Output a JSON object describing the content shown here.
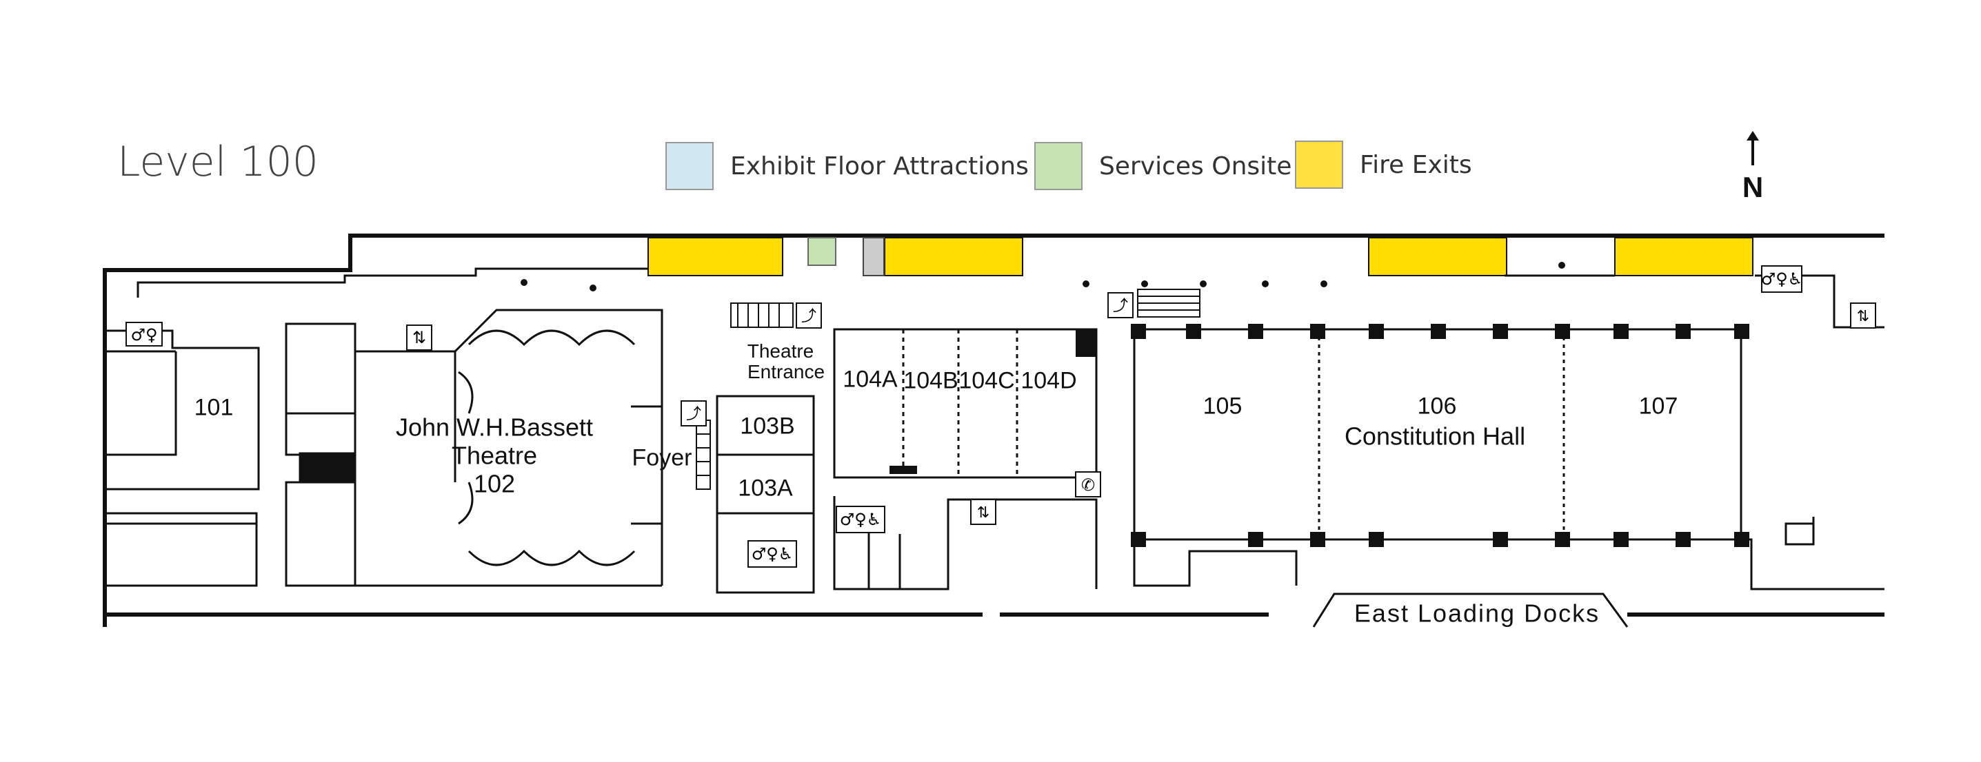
{
  "title": "Level 100",
  "legend": [
    {
      "label": "Exhibit Floor Attractions",
      "color": "#d2e8f0"
    },
    {
      "label": "Services Onsite",
      "color": "#c5e3b2"
    },
    {
      "label": "Fire Exits",
      "color": "#ffe040"
    }
  ],
  "north_label": "N",
  "fire_exit_color": "#ffdd00",
  "rooms": {
    "r101": "101",
    "theatre_name": "John W.H.Bassett",
    "theatre_word": "Theatre",
    "r102": "102",
    "foyer": "Foyer",
    "theatre_entrance_1": "Theatre",
    "theatre_entrance_2": "Entrance",
    "r103b": "103B",
    "r103a": "103A",
    "r104a": "104A",
    "r104b": "104B",
    "r104c": "104C",
    "r104d": "104D",
    "r105": "105",
    "r106": "106",
    "constitution": "Constitution Hall",
    "r107": "107",
    "docks": "East Loading Docks"
  },
  "icons": [
    "restroom-icon",
    "accessible-icon",
    "elevator-icon",
    "escalator-icon",
    "phone-icon",
    "coat-check-icon",
    "stairs-icon"
  ]
}
